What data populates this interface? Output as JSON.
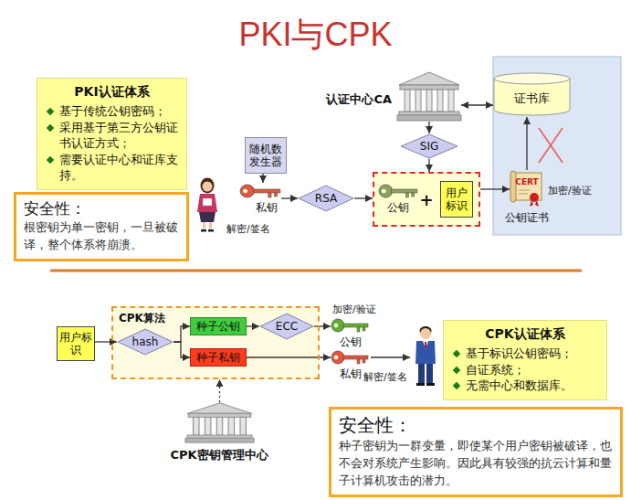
{
  "diagram": {
    "title": "PKI与CPK",
    "nodes": [
      {
        "text": [
          "PKI认证体系",
          "基于传统公钥密码；",
          "采用基于第三方公钥证书认证方式；",
          "需要认证中心和证库支持。"
        ]
      },
      {
        "text": [
          "安全性：",
          "根密钥为单一密钥，一旦被破译，整个体系将崩溃。"
        ]
      },
      {
        "text": [
          "认证中心CA"
        ]
      },
      {
        "text": [
          "证书库"
        ]
      },
      {
        "text": [
          "随机数发生器"
        ]
      },
      {
        "text": [
          "私钥"
        ]
      },
      {
        "text": [
          "SIG"
        ]
      },
      {
        "text": [
          "RSA"
        ]
      },
      {
        "text": [
          "+"
        ]
      },
      {
        "text": [
          "公钥"
        ],
        "in": 8
      },
      {
        "text": [
          "用户标识"
        ],
        "in": 8
      },
      {
        "text": [
          "CERT",
          "公钥证书"
        ]
      },
      {
        "text": [
          "用户标识"
        ]
      },
      {
        "text": [
          "CPK算法"
        ]
      },
      {
        "text": [
          "hash"
        ],
        "in": 13
      },
      {
        "text": [
          "种子公钥"
        ],
        "in": 13
      },
      {
        "text": [
          "种子私钥"
        ],
        "in": 13
      },
      {
        "text": [
          "ECC"
        ],
        "in": 13
      },
      {
        "text": [
          "公钥"
        ]
      },
      {
        "text": [
          "私钥"
        ]
      },
      {
        "text": [
          "CPK认证体系",
          "基于标识公钥密码；",
          "自证系统；",
          "无需中心和数据库。"
        ]
      },
      {
        "text": [
          "CPK密钥管理中心"
        ]
      },
      {
        "text": [
          "安全性：",
          "种子密钥为一群变量，即使某个用户密钥被破译，也不会对系统产生影响。因此具有较强的抗云计算和量子计算机攻击的潜力。"
        ]
      }
    ],
    "edges": [
      {
        "from": 2,
        "to": 3,
        "arrow": "both"
      },
      {
        "from": 2,
        "to": 6,
        "arrow": "to"
      },
      {
        "from": 6,
        "to": 8,
        "arrow": "to"
      },
      {
        "from": 4,
        "to": 5,
        "arrow": "to"
      },
      {
        "from": 5,
        "to": 7,
        "arrow": "to"
      },
      {
        "from": 7,
        "to": 8,
        "arrow": "to"
      },
      {
        "from": 8,
        "to": 11,
        "arrow": "to"
      },
      {
        "from": 11,
        "to": 3,
        "arrow": "to"
      },
      {
        "from": 12,
        "to": 14,
        "arrow": "to"
      },
      {
        "from": 14,
        "to": 15,
        "arrow": "to"
      },
      {
        "from": 14,
        "to": 16,
        "arrow": "to"
      },
      {
        "from": 15,
        "to": 17,
        "arrow": "to"
      },
      {
        "from": 17,
        "to": 18,
        "arrow": "to"
      },
      {
        "from": 16,
        "to": 19,
        "arrow": "to"
      },
      {
        "from": 21,
        "to": 13,
        "arrow": "to"
      }
    ],
    "labels": [
      "解密/签名",
      "加密/验证",
      "加密/验证",
      "解密/签名"
    ]
  }
}
